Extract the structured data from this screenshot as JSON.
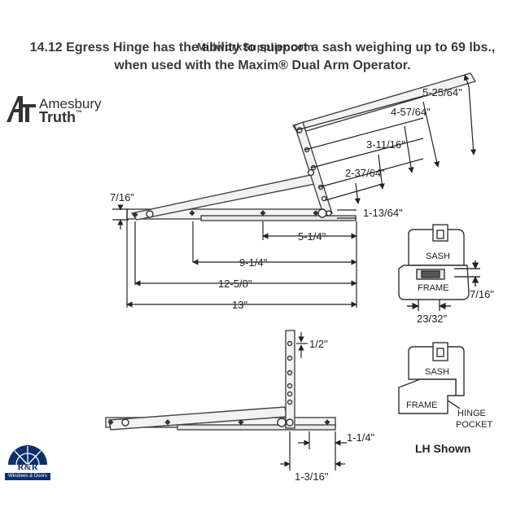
{
  "header": {
    "line1": "14.12 Egress Hinge has the ability to support a sash weighing up to 69 lbs.,",
    "line2": "when used with the Maxim® Dual Arm Operator."
  },
  "watermark": "MillworkSupplier.com",
  "brand": {
    "name_line1": "Amesbury",
    "name_line2": "Truth",
    "tm": "™"
  },
  "dimensions_top": {
    "d1": "5-25/64\"",
    "d2": "4-57/64\"",
    "d3": "3-11/16\"",
    "d4": "2-37/64\"",
    "d5": "1-13/64\"",
    "d6": "7/16\"",
    "d7": "5-1/4\"",
    "d8": "9-1/4\"",
    "d9": "12-5/8\"",
    "d10": "13\""
  },
  "section_closed": {
    "sash": "SASH",
    "frame": "FRAME",
    "dim_height": "7/16\"",
    "dim_width": "23/32\""
  },
  "dimensions_bottom": {
    "d1": "1/2\"",
    "d2": "1-1/4\"",
    "d3": "1-3/16\""
  },
  "section_open": {
    "sash": "SASH",
    "frame": "FRAME",
    "pocket_line1": "HINGE",
    "pocket_line2": "POCKET"
  },
  "note": "LH Shown",
  "dealer": {
    "name": "R&R",
    "sub": "Windows & Doors"
  }
}
